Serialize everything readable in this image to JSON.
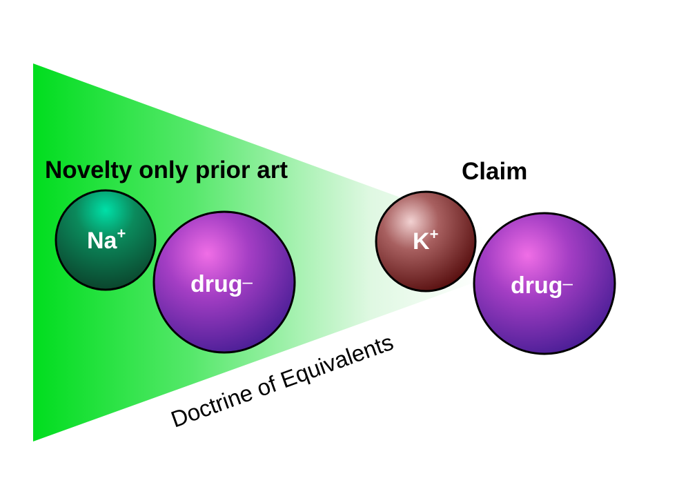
{
  "diagram": {
    "prior_art_label": "Novelty only prior art",
    "claim_label": "Claim",
    "doctrine_label": "Doctrine of Equivalents",
    "prior_art": {
      "cation": {
        "symbol": "Na",
        "charge": "+"
      },
      "anion": {
        "symbol": "drug",
        "charge": "–"
      }
    },
    "claim": {
      "cation": {
        "symbol": "K",
        "charge": "+"
      },
      "anion": {
        "symbol": "drug",
        "charge": "–"
      }
    }
  },
  "colors": {
    "wedge_start": "#00dd1e",
    "wedge_end": "#ffffff",
    "sodium_highlight": "#00e0a8",
    "sodium_base": "#0b4a30",
    "potassium_highlight": "#f2d2d2",
    "potassium_base": "#5a0a0a",
    "drug_highlight": "#f06ee6",
    "drug_base": "#3a1790",
    "label_text": "#000000",
    "sphere_text": "#ffffff"
  }
}
